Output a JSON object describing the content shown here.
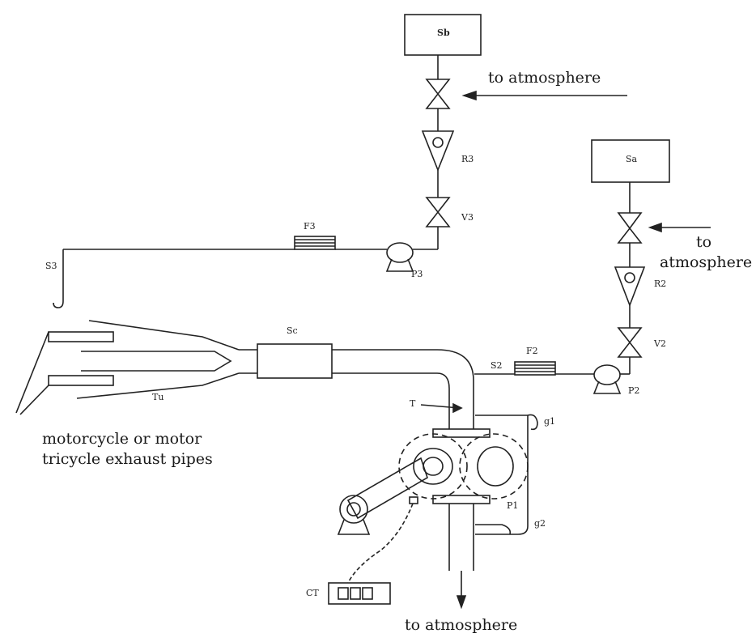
{
  "components": {
    "sb": "Sb",
    "sa": "Sa",
    "r3": "R3",
    "v3": "V3",
    "f3": "F3",
    "p3": "P3",
    "s3": "S3",
    "r2": "R2",
    "v2": "V2",
    "f2": "F2",
    "p2": "P2",
    "s2": "S2",
    "sc": "Sc",
    "tu": "Tu",
    "t": "T",
    "g1": "g1",
    "g2": "g2",
    "p1": "P1",
    "ct": "CT"
  },
  "annotations": {
    "to_atm_top": "to atmosphere",
    "to_atm_right_1": "to",
    "to_atm_right_2": "atmosphere",
    "exhaust_1": "motorcycle or motor",
    "exhaust_2": "tricycle exhaust pipes",
    "to_atm_bottom": "to atmosphere"
  }
}
